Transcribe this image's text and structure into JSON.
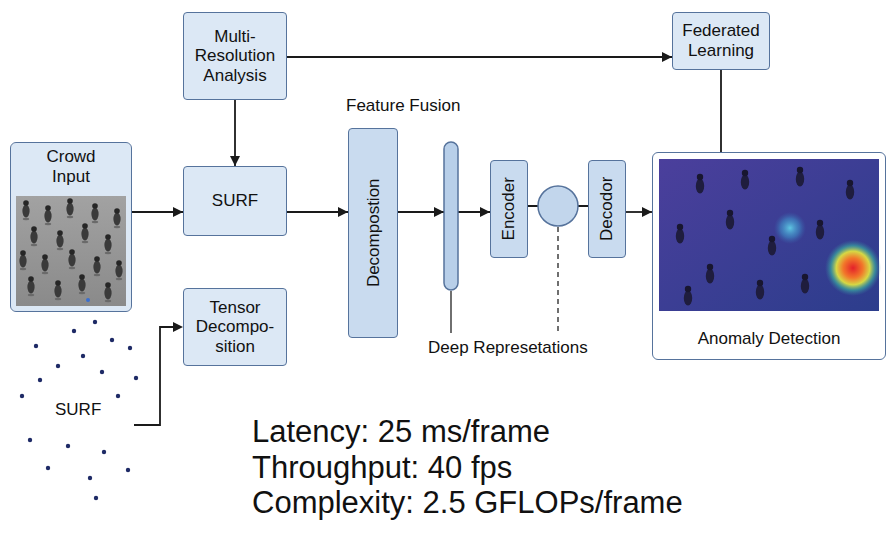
{
  "diagram": {
    "nodes": [
      {
        "text": [
          "Multi- Resolution Analysis"
        ]
      },
      {
        "text": [
          "Federated Learning"
        ]
      },
      {
        "text": [
          "Crowd Input"
        ]
      },
      {
        "text": [
          "SURF"
        ]
      },
      {
        "text": [
          "Tensor Decompo- sition"
        ]
      },
      {
        "text": [
          "Decompostion"
        ]
      },
      {
        "text": [
          "Encoder"
        ]
      },
      {
        "text": [
          "Decodor"
        ]
      },
      {
        "text": [
          "Anomaly Detection"
        ]
      }
    ],
    "edges": [
      {
        "from": 0,
        "to": 1,
        "arrow": "to"
      },
      {
        "from": 0,
        "to": 3,
        "arrow": "to"
      },
      {
        "from": 2,
        "to": 3,
        "arrow": "to"
      },
      {
        "from": 3,
        "to": 5,
        "arrow": "to"
      },
      {
        "from": 5,
        "to": 6,
        "arrow": "to"
      },
      {
        "from": 6,
        "to": 7,
        "arrow": "none"
      },
      {
        "from": 7,
        "to": 8,
        "arrow": "to"
      },
      {
        "from": 1,
        "to": 8,
        "arrow": "none"
      }
    ],
    "labels": [
      "Feature Fusion",
      "Deep Represetations",
      "SURF",
      "Latency: 25 ms/frame",
      "Throughput: 40 fps",
      "Complexity: 2.5 GFLOPs/frame"
    ]
  }
}
